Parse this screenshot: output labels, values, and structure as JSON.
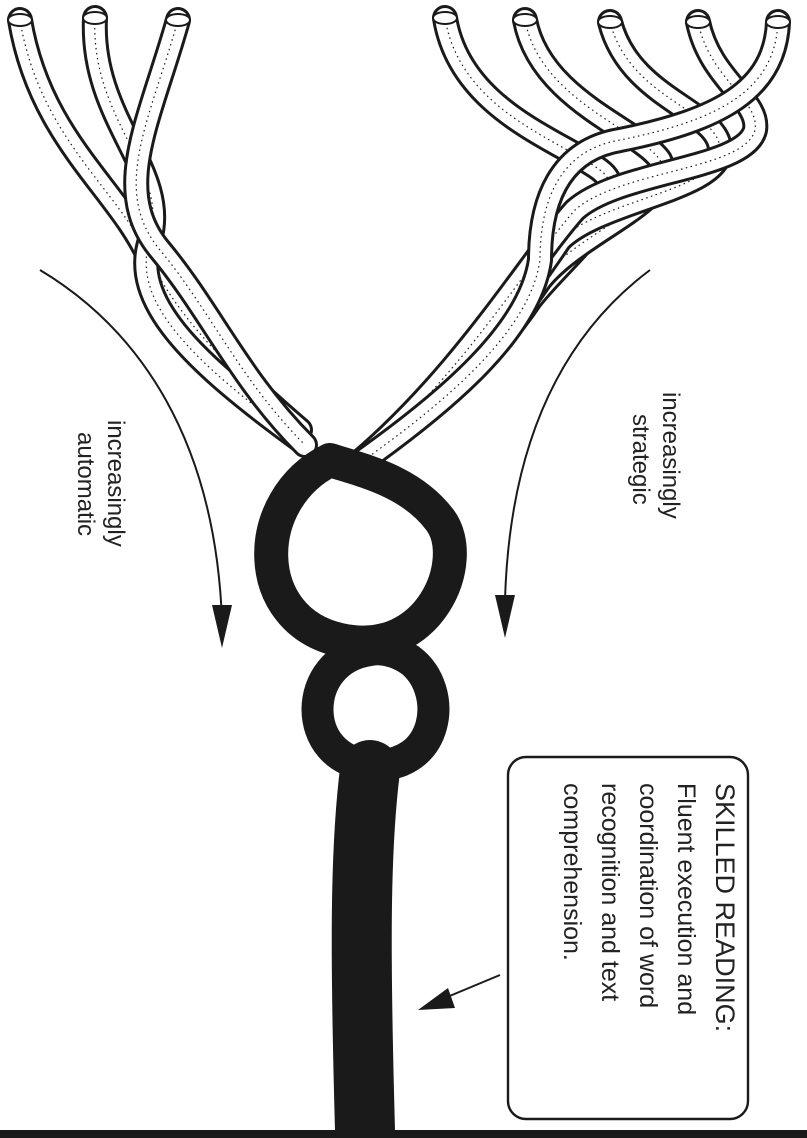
{
  "labels": {
    "automatic_line1": "increasingly",
    "automatic_line2": "automatic",
    "strategic_line1": "increasingly",
    "strategic_line2": "strategic"
  },
  "callout": {
    "title": "SKILLED READING:",
    "line1": "Fluent execution and",
    "line2": "coordination of word",
    "line3": "recognition and text",
    "line4": "comprehension."
  },
  "colors": {
    "ink": "#1a1a1a",
    "paper": "#ffffff"
  }
}
